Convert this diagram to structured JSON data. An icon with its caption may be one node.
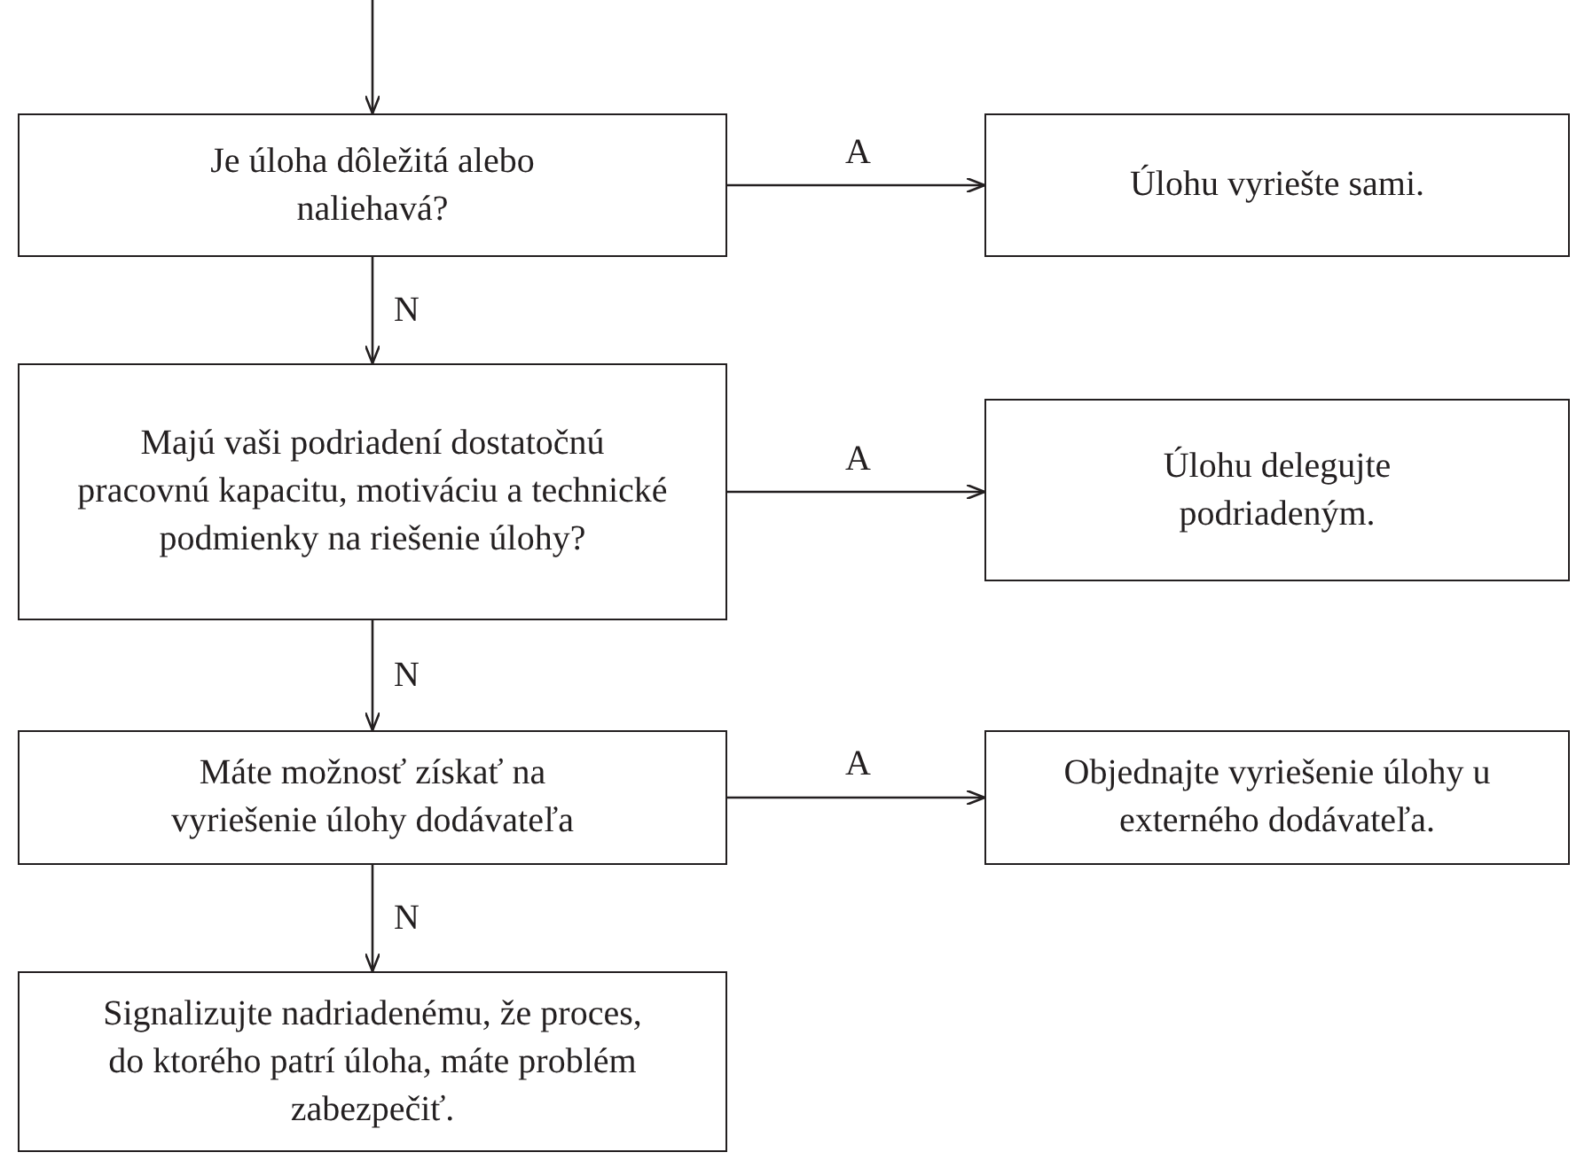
{
  "diagram": {
    "nodes": [
      {
        "text": [
          "Je úloha dôležitá alebo naliehavá?"
        ]
      },
      {
        "text": [
          "Úlohu vyriešte sami."
        ]
      },
      {
        "text": [
          "Majú vaši podriadení dostatočnú pracovnú kapacitu, motiváciu a technické podmienky na riešenie úlohy?"
        ]
      },
      {
        "text": [
          "Úlohu delegujte podriadeným."
        ]
      },
      {
        "text": [
          "Máte možnosť získať na vyriešenie úlohy dodávateľa"
        ]
      },
      {
        "text": [
          "Objednajte vyriešenie úlohy u externého dodávateľa."
        ]
      },
      {
        "text": [
          "Signalizujte nadriadenému, že proces, do ktorého patrí úloha, máte problém zabezpečiť."
        ]
      }
    ],
    "edges": [
      {
        "from": null,
        "to": 0,
        "arrow": "to"
      },
      {
        "from": 0,
        "to": 1,
        "arrow": "to",
        "label": "A"
      },
      {
        "from": 0,
        "to": 2,
        "arrow": "to",
        "label": "N"
      },
      {
        "from": 2,
        "to": 3,
        "arrow": "to",
        "label": "A"
      },
      {
        "from": 2,
        "to": 4,
        "arrow": "to",
        "label": "N"
      },
      {
        "from": 4,
        "to": 5,
        "arrow": "to",
        "label": "A"
      },
      {
        "from": 4,
        "to": 6,
        "arrow": "to",
        "label": "N"
      }
    ]
  }
}
